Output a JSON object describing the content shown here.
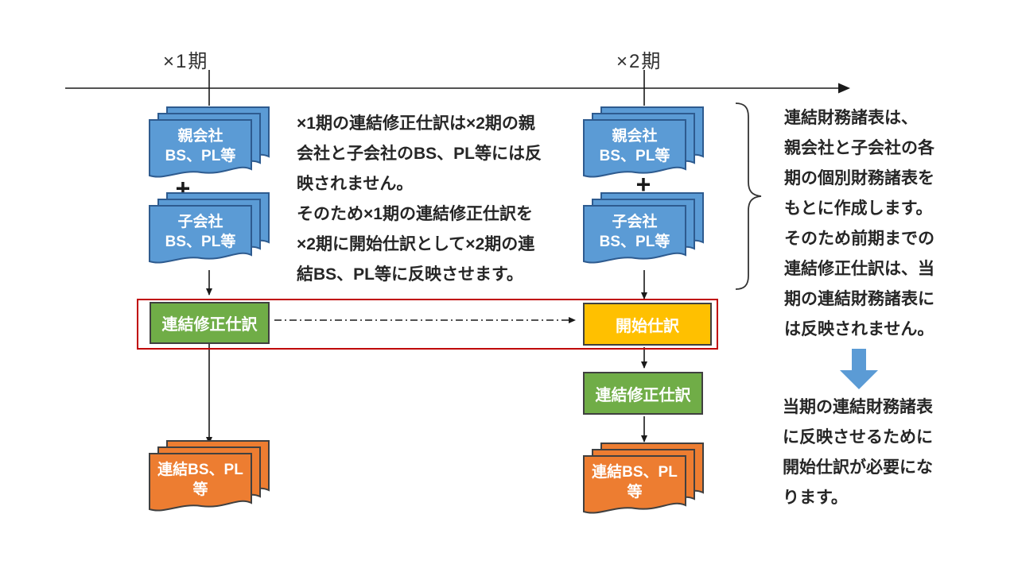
{
  "timeline": {
    "period1": "×1期",
    "period2": "×2期"
  },
  "period1_column": {
    "parent_doc_line1": "親会社",
    "parent_doc_line2": "BS、PL等",
    "plus": "+",
    "subsidiary_doc_line1": "子会社",
    "subsidiary_doc_line2": "BS、PL等",
    "consolidation_adjustment_label": "連結修正仕訳",
    "result_doc_line1": "連結BS、PL",
    "result_doc_line2": "等"
  },
  "period2_column": {
    "parent_doc_line1": "親会社",
    "parent_doc_line2": "BS、PL等",
    "plus": "+",
    "subsidiary_doc_line1": "子会社",
    "subsidiary_doc_line2": "BS、PL等",
    "opening_entry_label": "開始仕訳",
    "consolidation_adjustment_label": "連結修正仕訳",
    "result_doc_line1": "連結BS、PL",
    "result_doc_line2": "等"
  },
  "center_note": "×1期の連結修正仕訳は×2期の親\n会社と子会社のBS、PL等には反\n映されません。\nそのため×1期の連結修正仕訳を\n×2期に開始仕訳として×2期の連\n結BS、PL等に反映させます。",
  "side_note_top": "連結財務諸表は、\n親会社と子会社の各\n期の個別財務諸表を\nもとに作成します。\nそのため前期までの\n連結修正仕訳は、当\n期の連結財務諸表に\nは反映されません。",
  "side_note_bottom": "当期の連結財務諸表\nに反映させるために\n開始仕訳が必要にな\nります。",
  "colors": {
    "doc_blue_fill": "#5B9BD5",
    "doc_blue_border": "#2E5B8F",
    "doc_orange_fill": "#ED7D31",
    "doc_orange_border": "#404040",
    "green_box_fill": "#70AD47",
    "yellow_box_fill": "#FFC000",
    "box_border": "#404040",
    "red_frame": "#C00000",
    "blue_arrow": "#5B9BD5",
    "connector": "#1a1a1a"
  }
}
